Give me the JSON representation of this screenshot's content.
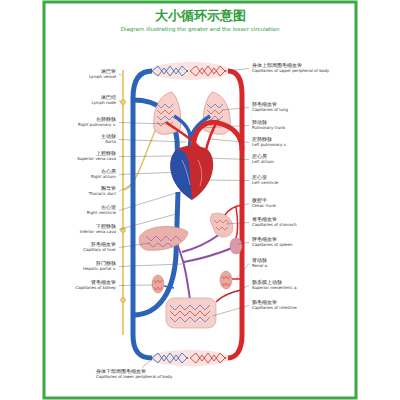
{
  "diagram": {
    "title": "大小循环示意图",
    "labels": [
      "Diagram illustrating the greater and the lesser circulation",
      "淋巴管",
      "Lymph vessel",
      "淋巴结",
      "Lymph node",
      "右肺静脉",
      "Right pulmonary v.",
      "主动脉",
      "Aorta",
      "上腔静脉",
      "Superior vena cava",
      "右心房",
      "Right atrium",
      "胸导管",
      "Thoracic duct",
      "右心室",
      "Right ventricle",
      "下腔静脉",
      "Inferior vena cava",
      "肝毛细血管",
      "Capillary of liver",
      "肝门静脉",
      "Hepatic portal v.",
      "肾毛细血管",
      "Capillaries of kidney",
      "身体上部周围毛细血管",
      "Capillaries of upper peripheral of body",
      "肺毛细血管",
      "Capillaries of lung",
      "肺动脉",
      "Pulmonary trunk",
      "左肺静脉",
      "Left pulmonary v.",
      "左心房",
      "Left atrium",
      "左心室",
      "Left ventricle",
      "腹腔干",
      "Celiac trunk",
      "胃毛细血管",
      "Capillaries of stomach",
      "脾毛细血管",
      "Capillaries of spleen",
      "肾动脉",
      "Renal a.",
      "肠系膜上动脉",
      "Superior mesenteric a.",
      "肠毛细血管",
      "Capillaries of intestine",
      "身体下部周围毛细血管",
      "Capillaries of lower peripheral of body"
    ]
  }
}
